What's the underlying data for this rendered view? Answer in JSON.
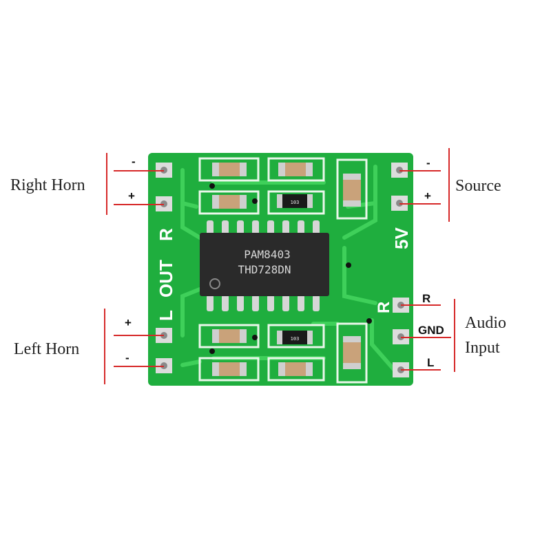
{
  "labels": {
    "right_horn": "Right Horn",
    "left_horn": "Left Horn",
    "source": "Source",
    "audio_input_line1": "Audio",
    "audio_input_line2": "Input"
  },
  "pin_marks": {
    "right_minus": "-",
    "right_plus": "+",
    "left_plus": "+",
    "left_minus": "-",
    "source_minus": "-",
    "source_plus": "+",
    "in_r": "R",
    "in_gnd": "GND",
    "in_l": "L"
  },
  "board": {
    "chip_line1": "PAM8403",
    "chip_line2": "THD728DN",
    "silk_r_top": "R",
    "silk_out": "OUT",
    "silk_l": "L",
    "silk_5v": "5V",
    "silk_r_right": "R",
    "resistor_top": "103",
    "resistor_bottom": "103",
    "pcb_color": "#1fae3e",
    "trace_color": "#39c84f",
    "pad_color": "#dcdcdc",
    "chip_color": "#2a2a2a"
  },
  "callout_color": "#d62828"
}
